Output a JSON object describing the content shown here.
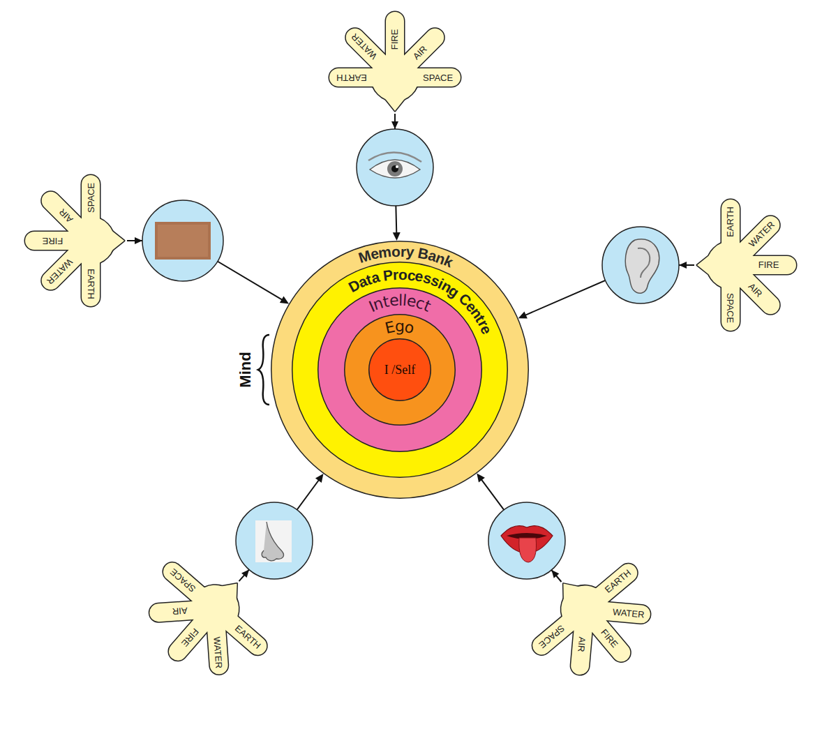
{
  "diagram": {
    "nodes": [
      {
        "text": [
          "EARTH",
          "WATER",
          "FIRE",
          "AIR",
          "SPACE"
        ]
      },
      {
        "text": [
          "SPACE",
          "AIR",
          "FIRE",
          "WATER",
          "EARTH"
        ]
      },
      {
        "text": [
          "EARTH",
          "WATER",
          "FIRE",
          "AIR",
          "SPACE"
        ]
      },
      {
        "text": [
          "Memory Bank"
        ]
      },
      {
        "text": [
          "Data Processing Centre"
        ],
        "in": 3
      },
      {
        "text": [
          "Intellect"
        ],
        "in": 4
      },
      {
        "text": [
          "Ego"
        ],
        "in": 5
      },
      {
        "text": [
          "I /Self"
        ],
        "in": 6
      },
      {
        "text": [
          "SPACE",
          "AIR",
          "FIRE",
          "WATER",
          "EARTH"
        ]
      },
      {
        "text": [
          "EARTH",
          "WATER",
          "FIRE",
          "AIR",
          "SPACE"
        ]
      }
    ],
    "edges": [
      {
        "from": 0,
        "to": 3,
        "arrow": "to"
      },
      {
        "from": 1,
        "to": 3,
        "arrow": "to"
      },
      {
        "from": 2,
        "to": 3,
        "arrow": "to"
      },
      {
        "from": 8,
        "to": 3,
        "arrow": "to"
      },
      {
        "from": 9,
        "to": 3,
        "arrow": "to"
      }
    ],
    "labels": [
      "Mind"
    ]
  }
}
